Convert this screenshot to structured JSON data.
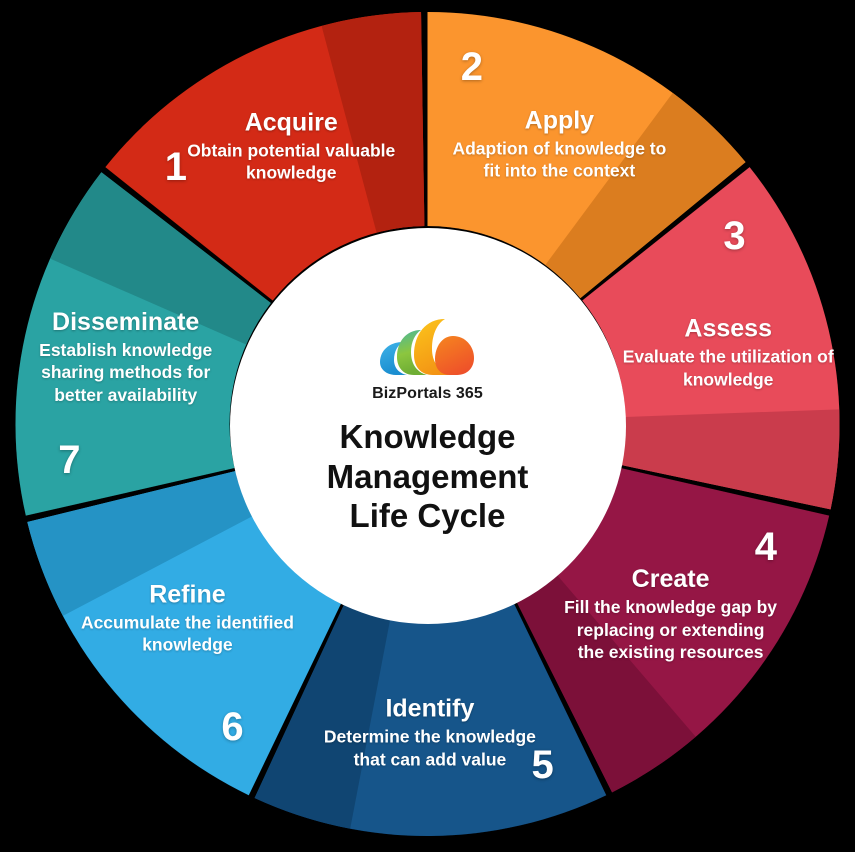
{
  "diagram": {
    "center": {
      "logo_name": "BizPortals 365",
      "title_lines": [
        "Knowledge",
        "Management",
        "Life Cycle"
      ],
      "logo_colors": {
        "blue": "#2a9fd8",
        "green": "#7fb844",
        "yellow": "#f7b217",
        "orange": "#f05a28"
      }
    },
    "segments": [
      {
        "number": "1",
        "title": "Acquire",
        "desc": "Obtain potential valuable knowledge",
        "color": "#d32b14",
        "shade": "#b02210"
      },
      {
        "number": "2",
        "title": "Apply",
        "desc": "Adaption of knowledge to fit into the context",
        "color": "#fb952e",
        "shade": "#d87b1e"
      },
      {
        "number": "3",
        "title": "Assess",
        "desc": "Evaluate the utilization of knowledge",
        "color": "#e84c5a",
        "shade": "#c73b4b"
      },
      {
        "number": "4",
        "title": "Create",
        "desc": "Fill the knowledge gap by replacing or extending the existing resources",
        "color": "#951544",
        "shade": "#7a1038"
      },
      {
        "number": "5",
        "title": "Identify",
        "desc": "Determine the knowledge that can add value",
        "color": "#15548a",
        "shade": "#104470"
      },
      {
        "number": "6",
        "title": "Refine",
        "desc": "Accumulate the identified knowledge",
        "color": "#32ace4",
        "shade": "#2490c2"
      },
      {
        "number": "7",
        "title": "Disseminate",
        "desc": "Establish knowledge sharing methods for better availability",
        "color": "#2ba3a3",
        "shade": "#228787"
      }
    ]
  }
}
